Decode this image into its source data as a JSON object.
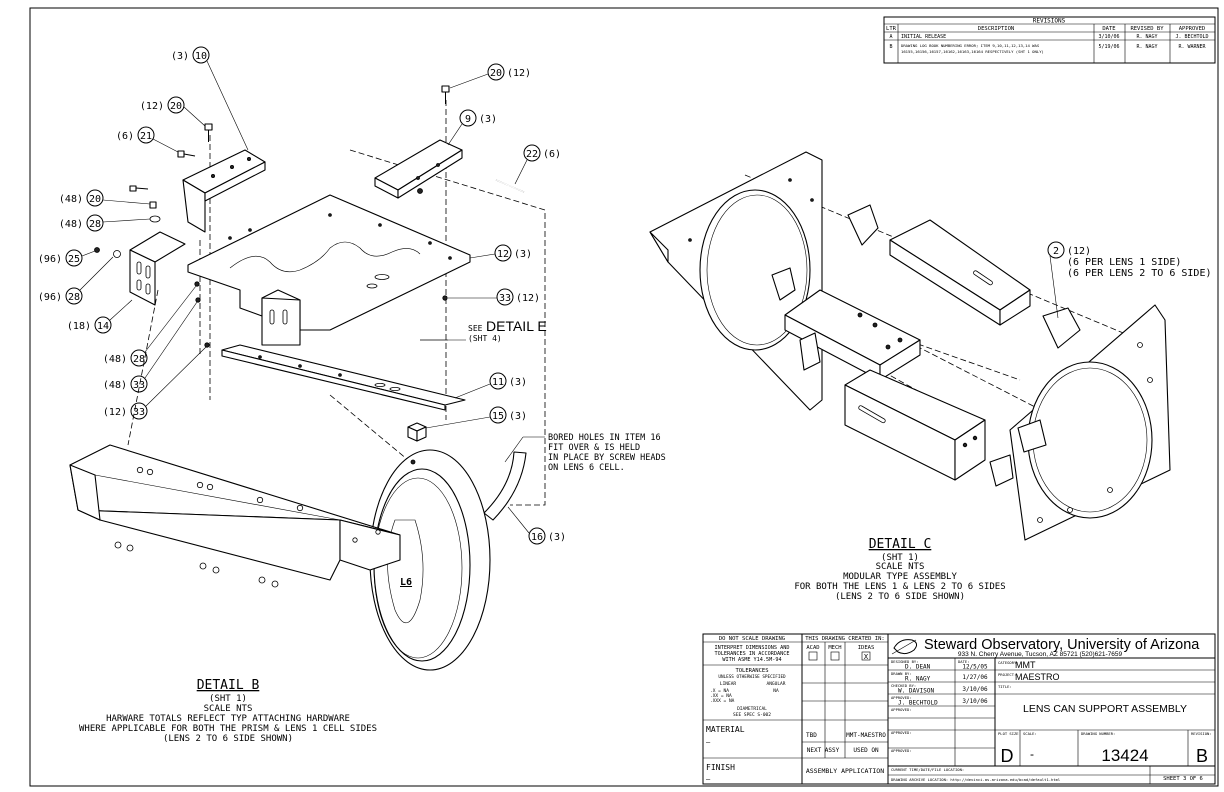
{
  "revisions": {
    "title": "REVISIONS",
    "headers": [
      "LTR",
      "DESCRIPTION",
      "DATE",
      "REVISED BY",
      "APPROVED"
    ],
    "rows": [
      {
        "ltr": "A",
        "desc1": "INITIAL RELEASE",
        "desc2": "",
        "date": "3/10/06",
        "by": "R. NAGY",
        "appr": "J. BECHTOLD"
      },
      {
        "ltr": "B",
        "desc1": "DRAWING LOG BOOK NUMBERING ERROR; ITEM 9,10,11,12,13,14 WAS",
        "desc2": "16155,16156,16157,16162,16163,16164 RESPECTIVELY (SHT 1 ONLY)",
        "date": "5/19/06",
        "by": "R. NAGY",
        "appr": "R. WARNER"
      }
    ]
  },
  "balloons_b": [
    {
      "qty": "(3)",
      "num": "10"
    },
    {
      "qty": "(12)",
      "num": "20"
    },
    {
      "qty": "(6)",
      "num": "21"
    },
    {
      "qty": "(12)",
      "num": "20",
      "suffix": true
    },
    {
      "qty": "(3)",
      "num": "9",
      "suffix": true
    },
    {
      "qty": "(6)",
      "num": "22",
      "suffix": true
    },
    {
      "qty": "(48)",
      "num": "20"
    },
    {
      "qty": "(48)",
      "num": "28"
    },
    {
      "qty": "(96)",
      "num": "25"
    },
    {
      "qty": "(96)",
      "num": "28"
    },
    {
      "qty": "(3)",
      "num": "12",
      "suffix": true
    },
    {
      "qty": "(12)",
      "num": "33",
      "suffix": true
    },
    {
      "qty": "(18)",
      "num": "14"
    },
    {
      "qty": "(48)",
      "num": "28"
    },
    {
      "qty": "(48)",
      "num": "33"
    },
    {
      "qty": "(12)",
      "num": "33"
    },
    {
      "qty": "(3)",
      "num": "11",
      "suffix": true
    },
    {
      "qty": "(3)",
      "num": "15",
      "suffix": true
    },
    {
      "qty": "(3)",
      "num": "16",
      "suffix": true
    }
  ],
  "see_detail": {
    "prefix": "SEE",
    "main": "DETAIL E",
    "sub": "(SHT 4)"
  },
  "bored_note": [
    "BORED HOLES IN ITEM 16",
    "FIT OVER & IS HELD",
    "IN PLACE BY SCREW HEADS",
    "ON LENS 6 CELL."
  ],
  "l6_label": "L6",
  "balloon_c": {
    "num": "2",
    "qty": "(12)",
    "line1": "(6 PER LENS 1 SIDE)",
    "line2": "(6 PER LENS 2 TO 6 SIDE)"
  },
  "detail_c": {
    "title": "DETAIL C",
    "lines": [
      "(SHT 1)",
      "SCALE NTS",
      "MODULAR TYPE ASSEMBLY",
      "FOR BOTH THE LENS 1 & LENS 2 TO 6 SIDES",
      "(LENS 2 TO 6 SIDE SHOWN)"
    ]
  },
  "detail_b": {
    "title": "DETAIL B",
    "lines": [
      "(SHT 1)",
      "SCALE NTS",
      "HARWARE TOTALS REFLECT TYP ATTACHING HARDWARE",
      "WHERE APPLICABLE FOR BOTH THE PRISM & LENS 1 CELL SIDES",
      "(LENS 2 TO 6 SIDE SHOWN)"
    ]
  },
  "title_block": {
    "do_not_scale": "DO NOT SCALE DRAWING",
    "interpret": [
      "INTERPRET DIMENSIONS AND",
      "TOLERANCES IN ACCORDANCE",
      "WITH ASME Y14.5M-94"
    ],
    "tolerances": "TOLERANCES",
    "unless": "UNLESS OTHERWISE SPECIFIED",
    "linear": "LINEAR",
    "angular": "ANGULAR",
    "tol_rows": [
      ".X   = NA",
      ".XX  = NA",
      ".XXX = NA"
    ],
    "angular_val": "NA",
    "diametrical": "DIAMETRICAL",
    "see_spec": "SEE SPEC S-002",
    "material_label": "MATERIAL",
    "material_val": "–",
    "finish_label": "FINISH",
    "finish_val": "–",
    "created_in": "THIS DRAWING CREATED IN:",
    "cad": [
      "ACAD",
      "MECH",
      "IDEAS"
    ],
    "ideas_mark": "X",
    "tbd": "TBD",
    "next_assy_val": "MMT-MAESTRO",
    "next_assy": "NEXT ASSY",
    "used_on": "USED ON",
    "assembly_app": "ASSEMBLY APPLICATION",
    "org_name": "Steward Observatory, University of Arizona",
    "org_addr": "933 N. Cherry Avenue, Tucson, AZ  85721   (520)621-7659",
    "designed_by_label": "DESIGNED BY:",
    "designed_by": "D. DEAN",
    "date_label": "DATE:",
    "designed_date": "12/5/05",
    "drawn_by_label": "DRAWN BY:",
    "drawn_by": "R. NAGY",
    "drawn_date": "1/27/06",
    "checked_by_label": "CHECKED BY:",
    "checked_by": "W. DAVISON",
    "checked_date": "3/10/06",
    "approved_label": "APPROVED:",
    "approved_by": "J. BECHTOLD",
    "approved_date": "3/10/06",
    "category_label": "CATEGORY:",
    "category": "MMT",
    "project_label": "PROJECT:",
    "project": "MAESTRO",
    "title_label": "TITLE:",
    "title": "LENS CAN SUPPORT ASSEMBLY",
    "plot_size_label": "PLOT SIZE",
    "plot_size": "D",
    "scale_label": "SCALE:",
    "scale": "-",
    "dwg_num_label": "DRAWING NUMBER:",
    "dwg_num": "13424",
    "revision_label": "REVISION:",
    "revision": "B",
    "current_time_label": "CURRENT TIME/DATE/FILE LOCATION:",
    "archive_label": "DRAWING ARCHIVE LOCATION: http://devinci.as.arizona.edu/bcad/default1.html",
    "sheet": "SHEET 3 OF 6"
  }
}
